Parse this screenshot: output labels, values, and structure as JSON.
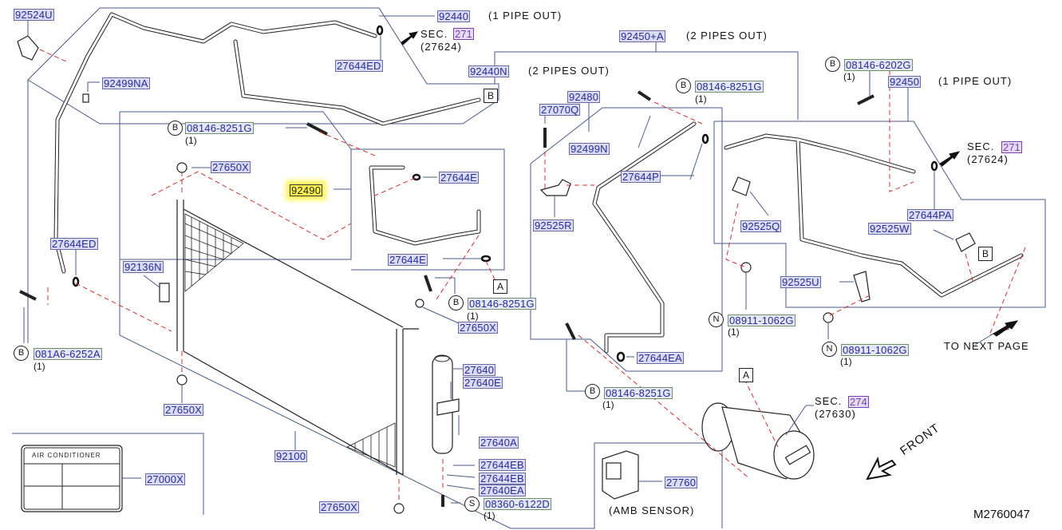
{
  "diagram": {
    "title_code": "M2760047",
    "highlighted_part": "92490",
    "direction_label": "FRONT",
    "next_page_label": "TO NEXT PAGE",
    "parts": {
      "p92524U": "92524U",
      "p92440": "92440",
      "p92440_note": "(1 PIPE OUT)",
      "p27644ED_top": "27644ED",
      "p92499NA": "92499NA",
      "p92440N": "92440N",
      "p92440N_note": "(2 PIPES OUT)",
      "p92450A": "92450+A",
      "p92450A_note": "(2 PIPES OUT)",
      "p08146_8251G_a": "08146-8251G",
      "p27650X_a": "27650X",
      "p92490": "92490",
      "p27644E_a": "27644E",
      "p27644E_b": "27644E",
      "p27644ED_left": "27644ED",
      "p92136N": "92136N",
      "p081A6_6252A": "081A6-6252A",
      "p08146_8251G_b": "08146-8251G",
      "p27650X_b": "27650X",
      "p27650X_c": "27650X",
      "p27650X_d": "27650X",
      "p27070Q": "27070Q",
      "p92480": "92480",
      "p92499N": "92499N",
      "p27644P": "27644P",
      "p92525R": "92525R",
      "p08146_8251G_c": "08146-8251G",
      "p27644EA": "27644EA",
      "p08146_8251G_d": "08146-8251G",
      "p08146_6202G": "08146-6202G",
      "p92450": "92450",
      "p92450_note": "(1 PIPE OUT)",
      "p27644PA": "27644PA",
      "p92525Q": "92525Q",
      "p92525W": "92525W",
      "p92525U": "92525U",
      "p08911_1062G_a": "08911-1062G",
      "p08911_1062G_b": "08911-1062G",
      "p27640": "27640",
      "p27640E": "27640E",
      "p27640A": "27640A",
      "p27644EB_a": "27644EB",
      "p27644EB_b": "27644EB",
      "p27640EA": "27640EA",
      "p08360_6122D": "08360-6122D",
      "p92100": "92100",
      "p27000X": "27000X",
      "p27760": "27760",
      "p27760_note": "(AMB SENSOR)"
    },
    "sections": {
      "sec_a_label": "SEC.",
      "sec_a_num": "271",
      "sec_a_ref": "(27624)",
      "sec_b_label": "SEC.",
      "sec_b_num": "271",
      "sec_b_ref": "(27624)",
      "sec_c_label": "SEC.",
      "sec_c_num": "274",
      "sec_c_ref": "(27630)"
    },
    "markers": {
      "B": "B",
      "A": "A",
      "N": "N",
      "S": "S",
      "qty_one": "(1)"
    },
    "label_plate": {
      "title": "AIR CONDITIONER"
    }
  }
}
